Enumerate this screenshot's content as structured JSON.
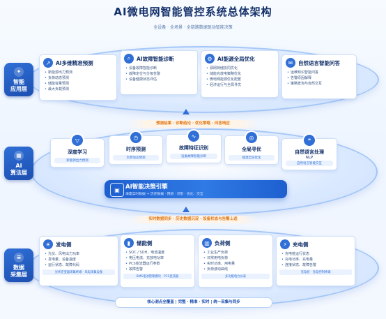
{
  "header": {
    "title": "AI微电网智能管控系统总体架构",
    "subtitle": "全设备 · 全场景 · 全链路数据驱动智能决策"
  },
  "layers": {
    "app": {
      "label_line1": "智能",
      "label_line2": "应用层"
    },
    "algo": {
      "label_line1": "AI",
      "label_line2": "算法层"
    },
    "data": {
      "label_line1": "数据",
      "label_line2": "采集层"
    }
  },
  "app_cards": [
    {
      "title": "AI多维精准预测",
      "icon": "trend-chart-icon",
      "items": [
        "新能源出力预测",
        "负荷动态预测",
        "储能容量预测",
        "最大负载预测"
      ]
    },
    {
      "title": "AI故障智能诊断",
      "icon": "magnifier-icon",
      "items": [
        "设备故障智能诊断",
        "故障定位与分级告警",
        "设备健康状态评估"
      ]
    },
    {
      "title": "AI能源全局优化",
      "icon": "network-nodes-icon",
      "items": [
        "源网荷储协同优化",
        "储能充放电策略优化",
        "微电网能源优化配置",
        "经济运行与全局寻优"
      ]
    },
    {
      "title": "自然语言智能问答",
      "icon": "chat-bubble-icon",
      "items": [
        "运维知识智能问答",
        "告警原因解释",
        "策略查询与自然交互"
      ]
    }
  ],
  "ribbons": {
    "top": "预测结果 · 诊断结论 · 优化策略 · 问答响应",
    "bottom": "实时数据同步 · 历史数据沉淀 · 设备状态与告警上送"
  },
  "algos": [
    {
      "title": "深度学习",
      "icon": "triangle-icon",
      "sub": "新能源出力预测"
    },
    {
      "title": "时序预测",
      "icon": "clock-icon",
      "sub": "负荷动态预测"
    },
    {
      "title": "故障特征识别",
      "icon": "waveform-icon",
      "sub": "设备故障智能诊断"
    },
    {
      "title": "全局寻优",
      "icon": "target-icon",
      "sub": "能源全局优化"
    },
    {
      "title": "自然语言处理",
      "title2": "NLP",
      "icon": "speech-icon",
      "sub": "自然语言智能交互"
    }
  ],
  "engine": {
    "title": "AI智能决策引擎",
    "sub": "海量实时数据 + 历史数据 · 预测 · 识别 · 优化 · 交互",
    "icon": "chip-icon"
  },
  "data_cards": [
    {
      "title": "发电侧",
      "icon": "solar-panel-icon",
      "items": [
        "光伏、风电出力功率",
        "发电量、设备温度",
        "运行状态、故障代码"
      ],
      "foot": "光伏逆变器采集终端 · 风电采集设备"
    },
    {
      "title": "储能侧",
      "icon": "battery-icon",
      "items": [
        "SOC / SOH、电池温度",
        "电压电流、充放电功率",
        "PCS变流器运行参数",
        "故障告警"
      ],
      "foot": "BMS电池管理模块 · PCS变流器"
    },
    {
      "title": "负荷侧",
      "icon": "building-icon",
      "items": [
        "工业生产负荷",
        "日常用电负荷",
        "实时功率、用电量",
        "负荷波动曲线"
      ],
      "foot": "多功能电力仪表"
    },
    {
      "title": "充电侧",
      "icon": "charging-pile-icon",
      "items": [
        "充电桩运行状态",
        "充电功率、充电量",
        "连接状态、故障告警"
      ],
      "foot": "充电桩 · 充电控制终端"
    }
  ],
  "bottom_bar": "核心测点全覆盖 | 完整 · 精准 · 实时 | 统一采集与同步"
}
